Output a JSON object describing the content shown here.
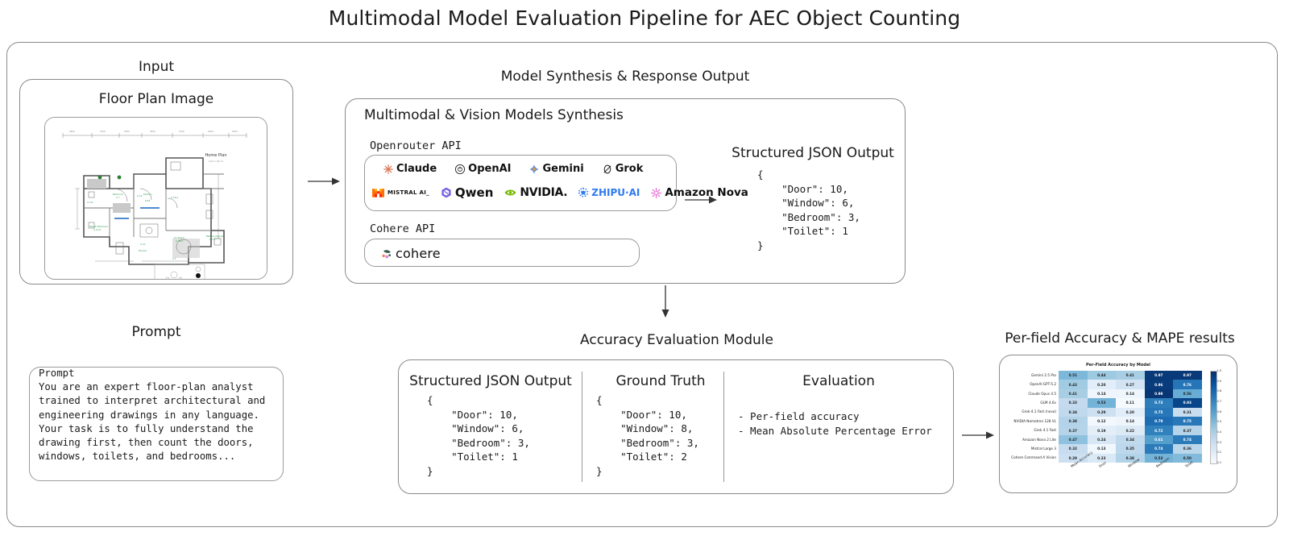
{
  "title": "Multimodal Model Evaluation Pipeline for AEC Object Counting",
  "sections": {
    "input_label": "Input",
    "synthesis_label": "Model Synthesis & Response Output",
    "evaluation_label": "Accuracy Evaluation Module",
    "results_label": "Per-field Accuracy & MAPE results"
  },
  "input": {
    "floorplan_title": "Floor Plan Image",
    "floorplan_caption": "Home Plan",
    "prompt_title": "Prompt",
    "prompt_heading": "Prompt",
    "prompt_body": "You are an expert floor-plan analyst\ntrained to interpret architectural and\nengineering drawings in any language.\nYour task is to fully understand the\ndrawing first, then count the doors,\nwindows, toilets, and bedrooms..."
  },
  "synthesis": {
    "header": "Multimodal & Vision Models Synthesis",
    "openrouter_label": "Openrouter API",
    "cohere_label": "Cohere API",
    "openrouter_models_row1": [
      {
        "name": "Claude",
        "icon": "claude-burst-icon",
        "color": "#D97757"
      },
      {
        "name": "OpenAI",
        "icon": "openai-knot-icon",
        "color": "#1a1a1a"
      },
      {
        "name": "Gemini",
        "icon": "gemini-spark-icon",
        "color": "#3B7DED"
      },
      {
        "name": "Grok",
        "icon": "grok-slash-icon",
        "color": "#1a1a1a"
      }
    ],
    "openrouter_models_row2": [
      {
        "name": "MISTRAL AI_",
        "icon": "mistral-logo-icon",
        "color": "#FF7000"
      },
      {
        "name": "Qwen",
        "icon": "qwen-logo-icon",
        "color": "#6B4FE0"
      },
      {
        "name": "NVIDIA.",
        "icon": "nvidia-eye-icon",
        "color": "#76B900"
      },
      {
        "name": "ZHIPU·AI",
        "icon": "zhipu-dots-icon",
        "color": "#2F7BEF"
      },
      {
        "name": "Amazon Nova",
        "icon": "nova-star-icon",
        "color": "#E45FD0"
      }
    ],
    "cohere_models": [
      {
        "name": "cohere",
        "icon": "cohere-dots-icon",
        "color": "#39594D"
      }
    ]
  },
  "json_output": {
    "header": "Structured JSON Output",
    "body": "{\n    \"Door\": 10,\n    \"Window\": 6,\n    \"Bedroom\": 3,\n    \"Toilet\": 1\n}"
  },
  "evaluation": {
    "col1_header": "Structured JSON Output",
    "col1_body": "{\n    \"Door\": 10,\n    \"Window\": 6,\n    \"Bedroom\": 3,\n    \"Toilet\": 1\n}",
    "col2_header": "Ground Truth",
    "col2_body": "{\n    \"Door\": 10,\n    \"Window\": 8,\n    \"Bedroom\": 3,\n    \"Toilet\": 2\n}",
    "col3_header": "Evaluation",
    "col3_body": "- Per-field accuracy\n- Mean Absolute Percentage Error"
  },
  "chart_data": {
    "type": "heatmap",
    "title": "Per-Field Accuracy by Model",
    "colormap": "Blues",
    "vmin": 0.1,
    "vmax": 1.0,
    "colorbar_ticks": [
      "1.0",
      "0.9",
      "0.8",
      "0.7",
      "0.6",
      "0.5",
      "0.4",
      "0.3",
      "0.2",
      "0.1"
    ],
    "columns": [
      "Mean Accuracy",
      "Door",
      "Window",
      "Bedroom",
      "Toilet"
    ],
    "rows": [
      "Gemini 2.5 Pro",
      "OpenAI GPT-5.2",
      "Claude Opus 4.5",
      "GLM 4.6v",
      "Grok-4.1 Fast (nova)",
      "NVIDIA Nemotron 128 VL",
      "Grok 4.1 Fast",
      "Amazon Nova 2 Lite",
      "Mistral Large 3",
      "Cohere Command A Vision"
    ],
    "values": [
      [
        0.51,
        0.44,
        0.41,
        0.97,
        0.97
      ],
      [
        0.43,
        0.2,
        0.27,
        0.96,
        0.76
      ],
      [
        0.41,
        0.14,
        0.14,
        0.98,
        0.56
      ],
      [
        0.33,
        0.53,
        0.11,
        0.73,
        0.93
      ],
      [
        0.34,
        0.29,
        0.2,
        0.75,
        0.31
      ],
      [
        0.38,
        0.12,
        0.14,
        0.79,
        0.75
      ],
      [
        0.37,
        0.19,
        0.22,
        0.72,
        0.37
      ],
      [
        0.47,
        0.24,
        0.34,
        0.61,
        0.74
      ],
      [
        0.32,
        0.13,
        0.35,
        0.74,
        0.36
      ],
      [
        0.29,
        0.23,
        0.38,
        0.53,
        0.5
      ]
    ]
  }
}
